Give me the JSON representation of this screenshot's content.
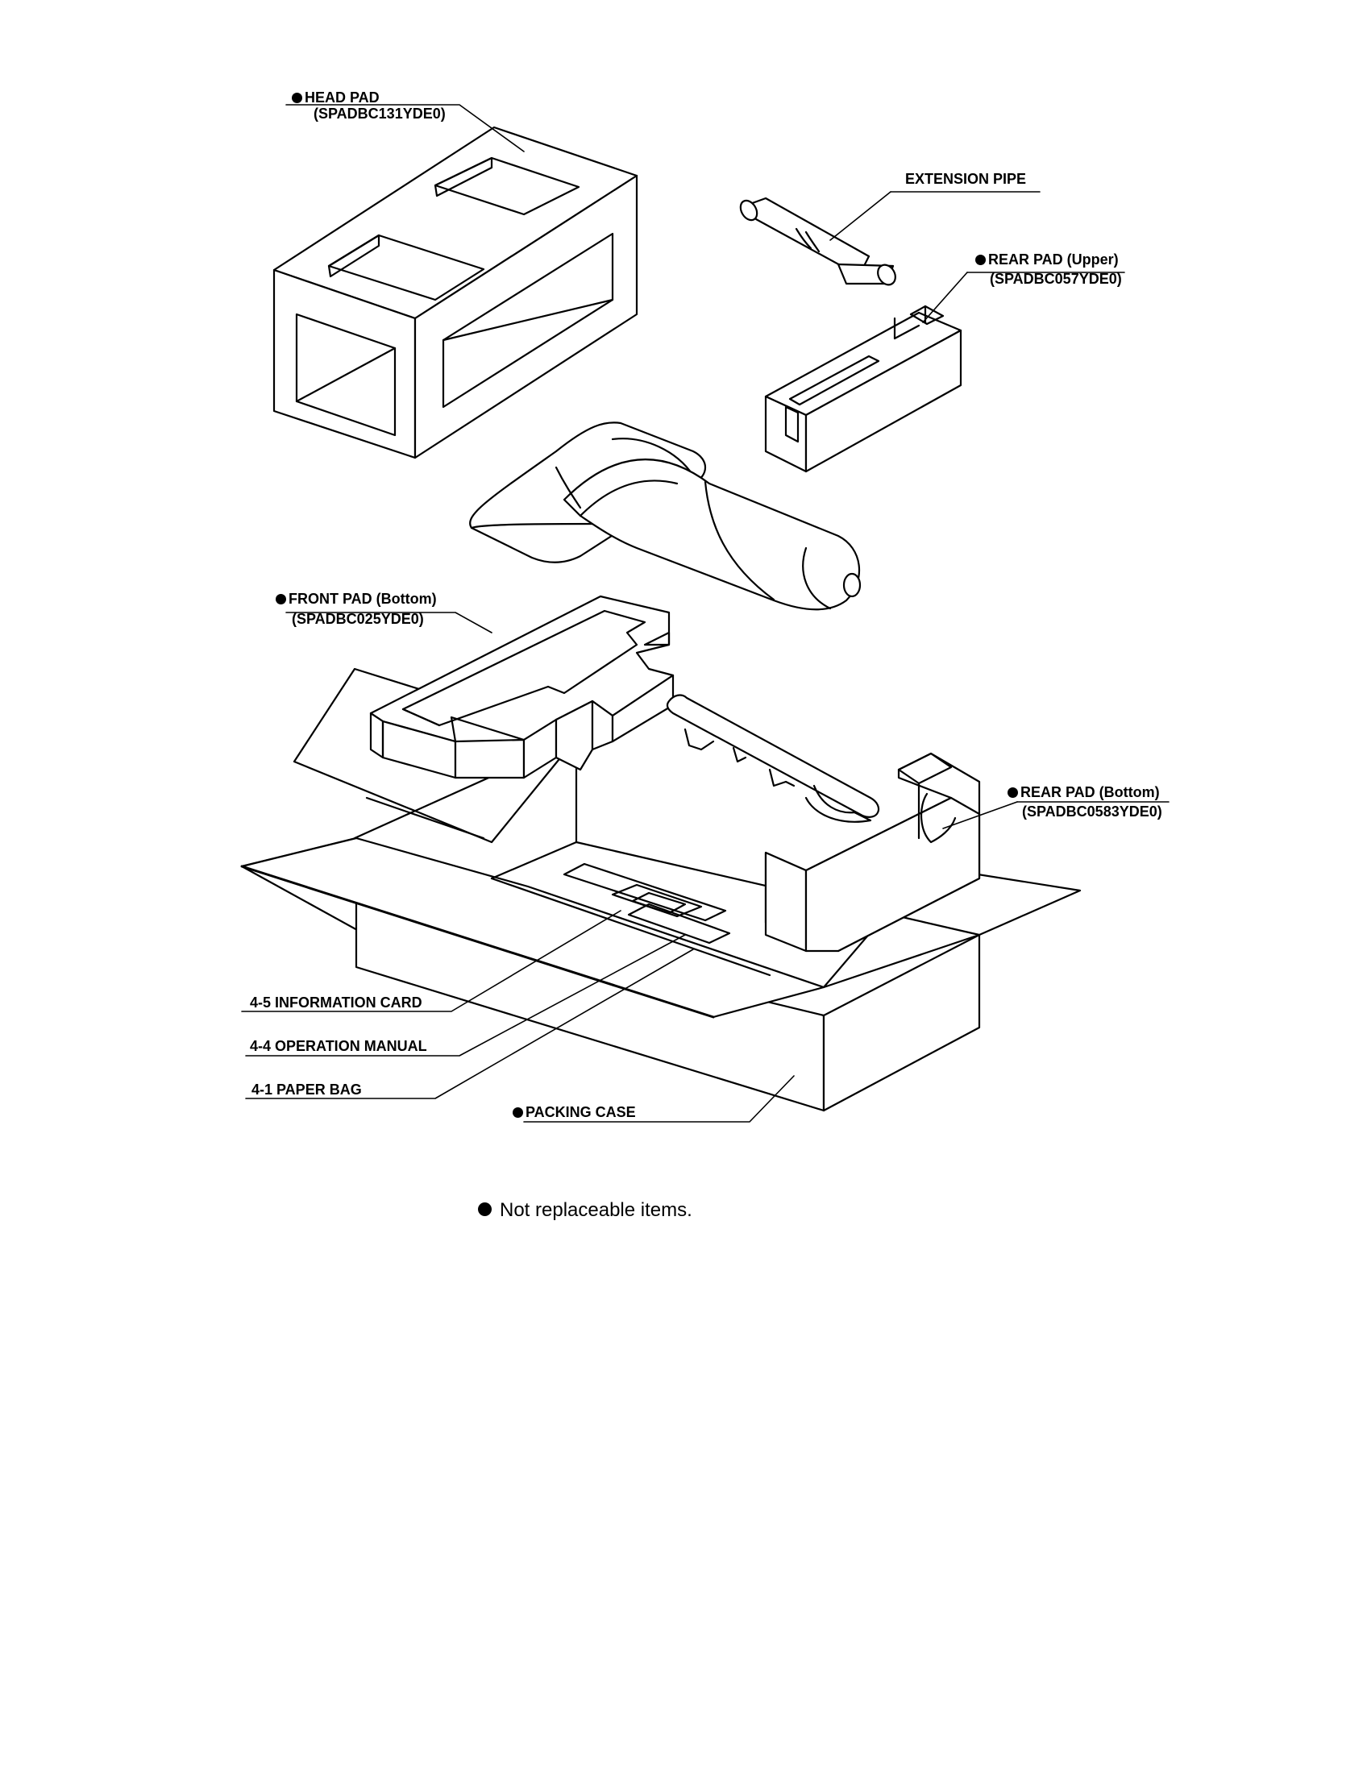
{
  "labels": {
    "head_pad": {
      "name": "HEAD PAD",
      "code": "(SPADBC131YDE0)"
    },
    "extension_pipe": {
      "name": "EXTENSION PIPE"
    },
    "rear_pad_upper": {
      "name": "REAR PAD (Upper)",
      "code": "(SPADBC057YDE0)"
    },
    "front_pad_bottom": {
      "name": "FRONT PAD (Bottom)",
      "code": "(SPADBC025YDE0)"
    },
    "rear_pad_bottom": {
      "name": "REAR PAD (Bottom)",
      "code": "(SPADBC0583YDE0)"
    },
    "information_card": {
      "name": "4-5 INFORMATION CARD"
    },
    "operation_manual": {
      "name": "4-4 OPERATION MANUAL"
    },
    "paper_bag": {
      "name": "4-1 PAPER BAG"
    },
    "packing_case": {
      "name": "PACKING CASE"
    }
  },
  "legend": {
    "text": "Not replaceable items.",
    "marker": "filled-circle"
  },
  "colors": {
    "ink": "#000000",
    "paper": "#ffffff"
  }
}
